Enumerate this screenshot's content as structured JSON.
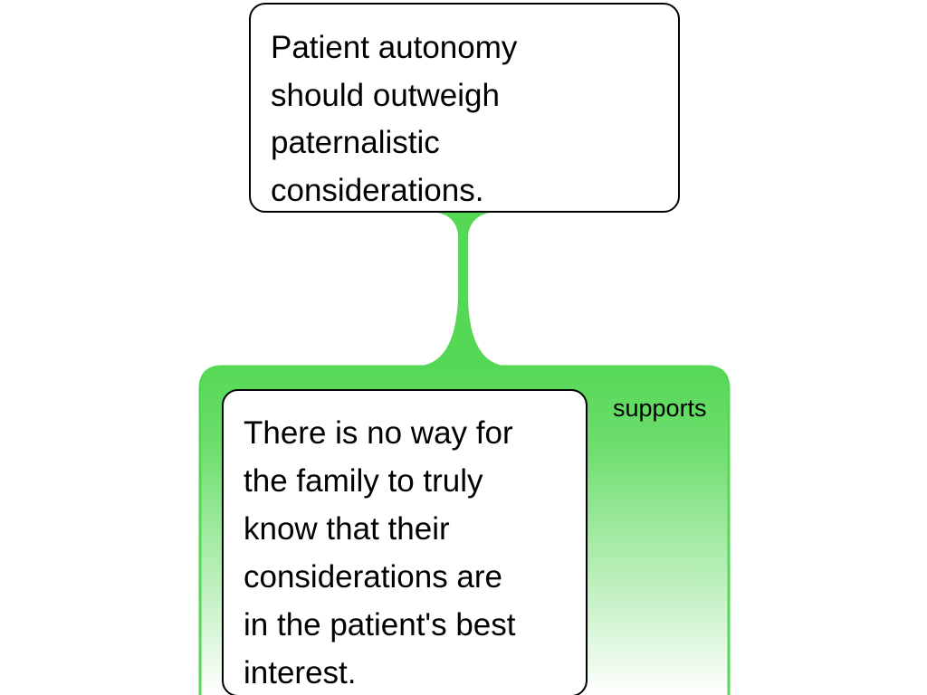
{
  "claim": {
    "text": "Patient autonomy\nshould outweigh\npaternalistic\nconsiderations."
  },
  "premise": {
    "text": "There is no way for\nthe family to truly\nknow that their\nconsiderations are\nin the patient's best\ninterest."
  },
  "relation": {
    "label": "supports",
    "color": "#55d855"
  }
}
